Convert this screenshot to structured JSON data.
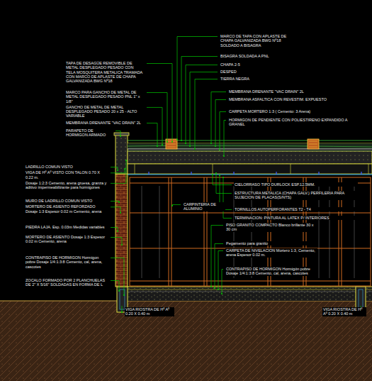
{
  "diagram": {
    "labels": [
      "TAPA DE DESAGÜE REMOVIBLE DE METAL DESPLEGADO PESADO CON TELA MOSQUITERA METALICA TRAMADA CON MARCO DE APLASTE DE CHAPA GALVANIZADA BWG Nº18",
      "MARCO PARA GANCHO DE METAL DE METAL DESPLEGADO PESADO PNL 1\" x 1/8\"",
      "GANCHO DE METAL DE METAL DESPLEGADO PESADO 20 x 25 - ALTO VARIABLE",
      "MEMBRANA DRENANTE \"VAC DRAIN\" 2L",
      "PARAPETO DE HORMIGON ARMADO",
      "MARCO DE TAPA CON APLASTE DE CHAPA GALVANIZADA BWG Nº18 SOLDADO A BISAGRA",
      "BISAGRA SOLDADA A PNL",
      "CHAPA 2-5",
      "DESPED",
      "TIERRA NEGRA",
      "MEMBRANA DRENANTE \"VAC DRAIN\" 2L",
      "MEMBRANA ASFALTICA CON REVESTIM. EXPUESTO",
      "CARPETA MORTERO 1:3 ( Cemento: 3 Arena)",
      "HORMIGON DE PENDIENTE CON POLIESTIRENO EXPANDIDO A GRANEL",
      "CIELORRASO TIPO DURLOCK ESP.12.5MM.",
      "ESTRUCTURA METALICA (CHAPA GALV.) PERFILERIA PARA SUJECION DE PLACAS(S/NTS)",
      "TORNILLOS AUTOPERFORANTES T2 - T4",
      "TERMINACION: PINTURA AL LATEX P/ INTERIORES",
      "CARPINTERIA DE ALUMINIO",
      "PISO GRANITO COMPACTO Blanco brillante 30 x 30 cm",
      "Pegamento para granito",
      "CARPETA DE NIVELACION Mortero 1:3, Cemento, arena Espesor 0.02 m.",
      "CONTRAPISO DE HORMIGON Hormigón pobre Dosaje 1/4:1:3:8 Cemento, cal, arena, cascotes",
      "LADRILLO COMUN VISTO",
      "VIGA DE Hº Aº VISTO CON TALON 0.70 X 0.22 m.",
      "Dosaje 1:2:3 Cemento, arena gruesa, granza y aditivo impermeabilizante para hormigones",
      "MURO DE LADRILLO COMUN VISTO",
      "MORTERO DE ASIENTO REFORZADO Dosaje 1:3 Espesor 0.02 m Cemento, arena",
      "PIEDRA LAJA. Esp. 0.03m Medidas variables",
      "MORTERO DE ASIENTO Dosaje 1:3 Espesor 0.02 m Cemento, arena",
      "CONTRAPISO DE HORMIGON Hormigon pobre Dosaje 1/4:1:3:8 Cemento, cal, arena, cascotes",
      "ZOCALO FORMADO POR 2 PLANCHUELAS DE 2\" X 5/16\" SOLDADAS EN FORMA DE L",
      "VIGA RIOSTRA DE Hº Aº 0.20 X 0.40 m",
      "VIGA RIOSTRA DE Hº Aº 0.20 X 0.40 m"
    ]
  }
}
